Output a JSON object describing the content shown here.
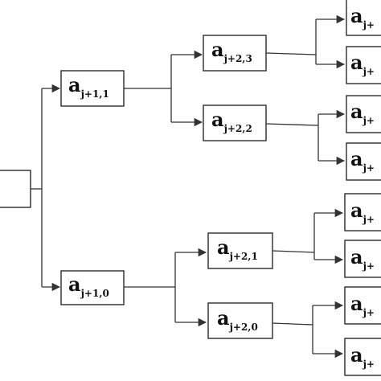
{
  "diagram": {
    "nodes": {
      "root": {
        "base": "",
        "sub": ""
      },
      "a_j1_1": {
        "base": "a",
        "sub": "j+1,1"
      },
      "a_j1_0": {
        "base": "a",
        "sub": "j+1,0"
      },
      "a_j2_3": {
        "base": "a",
        "sub": "j+2,3"
      },
      "a_j2_2": {
        "base": "a",
        "sub": "j+2,2"
      },
      "a_j2_1": {
        "base": "a",
        "sub": "j+2,1"
      },
      "a_j2_0": {
        "base": "a",
        "sub": "j+2,0"
      },
      "leaf_7": {
        "base": "a",
        "sub": "j+"
      },
      "leaf_6": {
        "base": "a",
        "sub": "j+"
      },
      "leaf_5": {
        "base": "a",
        "sub": "j+"
      },
      "leaf_4": {
        "base": "a",
        "sub": "j+"
      },
      "leaf_3": {
        "base": "a",
        "sub": "j+"
      },
      "leaf_2": {
        "base": "a",
        "sub": "j+"
      },
      "leaf_1": {
        "base": "a",
        "sub": "j+"
      },
      "leaf_0": {
        "base": "a",
        "sub": "j+"
      }
    }
  }
}
